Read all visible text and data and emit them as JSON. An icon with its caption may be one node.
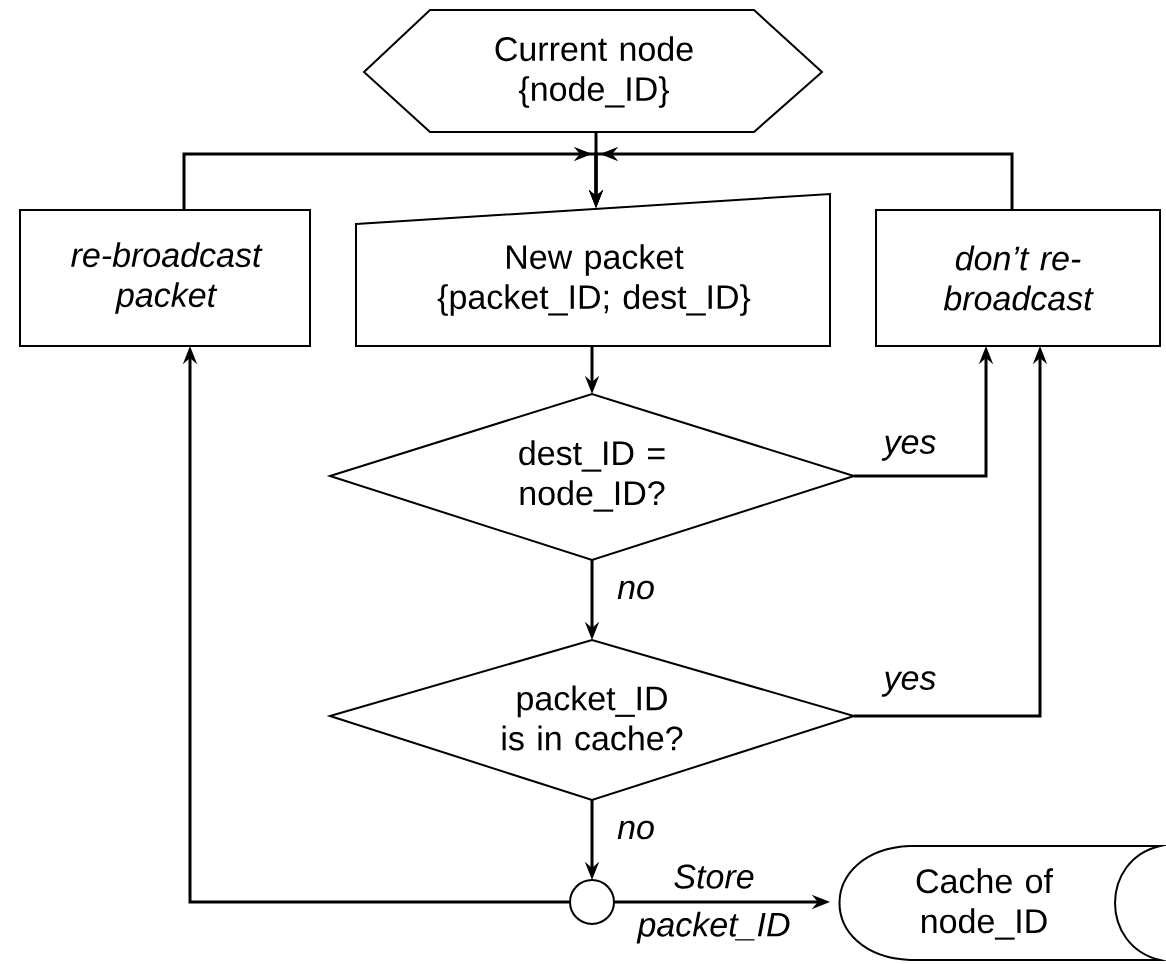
{
  "diagram": {
    "nodes": [
      {
        "text": [
          "Current node {node_ID}"
        ]
      },
      {
        "text": [
          "re-broadcast packet"
        ]
      },
      {
        "text": [
          "New packet {packet_ID; dest_ID}"
        ]
      },
      {
        "text": [
          "don’t re-broadcast"
        ]
      },
      {
        "text": [
          "dest_ID = node_ID?"
        ]
      },
      {
        "text": [
          "packet_ID is in cache?"
        ]
      },
      {
        "text": [],
        "shape": "circle"
      },
      {
        "text": [
          "Cache of node_ID"
        ]
      }
    ],
    "edges": [
      {
        "from": 0,
        "to": 2,
        "arrow": "to"
      },
      {
        "from": 1,
        "to": 2,
        "arrow": "to"
      },
      {
        "from": 3,
        "to": 2,
        "arrow": "to"
      },
      {
        "from": 2,
        "to": 4,
        "arrow": "to"
      },
      {
        "from": 4,
        "to": 3,
        "arrow": "to",
        "label": "yes"
      },
      {
        "from": 4,
        "to": 5,
        "arrow": "to",
        "label": "no"
      },
      {
        "from": 5,
        "to": 3,
        "arrow": "to",
        "label": "yes"
      },
      {
        "from": 5,
        "to": 6,
        "arrow": "to",
        "label": "no"
      },
      {
        "from": 6,
        "to": 1,
        "arrow": "to"
      },
      {
        "from": 6,
        "to": 7,
        "arrow": "to",
        "label": "Store packet_ID"
      }
    ]
  }
}
